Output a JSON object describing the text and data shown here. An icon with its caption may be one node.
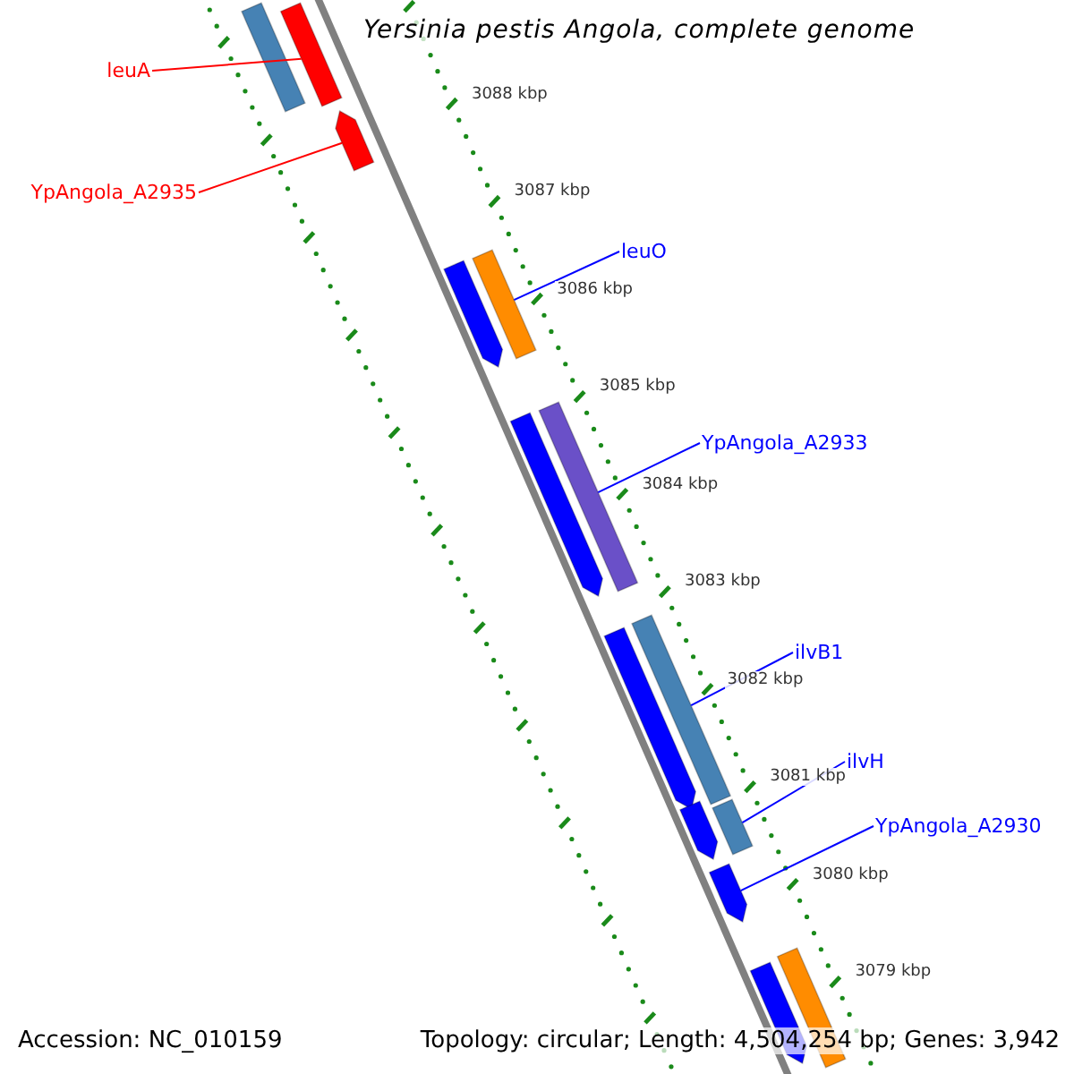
{
  "diagram": {
    "title": "Yersinia pestis Angola, complete genome",
    "nodes": [
      {
        "text": [
          "leuA"
        ]
      },
      {
        "text": [],
        "shape": "bar"
      },
      {
        "text": [
          "YpAngola_A2935"
        ]
      },
      {
        "text": [],
        "shape": "arrow"
      },
      {
        "text": [
          "leuO"
        ]
      },
      {
        "text": [],
        "shape": "bar"
      },
      {
        "text": [
          "YpAngola_A2933"
        ]
      },
      {
        "text": [],
        "shape": "bar"
      },
      {
        "text": [
          "ilvB1"
        ]
      },
      {
        "text": [],
        "shape": "bar"
      },
      {
        "text": [
          "ilvH"
        ]
      },
      {
        "text": [],
        "shape": "bar"
      },
      {
        "text": [
          "YpAngola_A2930"
        ]
      },
      {
        "text": [],
        "shape": "arrow"
      },
      {
        "text": [],
        "shape": "bar"
      },
      {
        "text": [],
        "shape": "arrow"
      },
      {
        "text": [],
        "shape": "arrow"
      },
      {
        "text": [],
        "shape": "arrow"
      },
      {
        "text": [],
        "shape": "arrow"
      },
      {
        "text": [],
        "shape": "arrow"
      },
      {
        "text": [],
        "shape": "bar"
      }
    ],
    "edges": [
      {
        "from": 0,
        "to": 1,
        "arrow": "none",
        "color": "#ff0000"
      },
      {
        "from": 2,
        "to": 3,
        "arrow": "none",
        "color": "#ff0000"
      },
      {
        "from": 4,
        "to": 5,
        "arrow": "none"
      },
      {
        "from": 6,
        "to": 7,
        "arrow": "none"
      },
      {
        "from": 8,
        "to": 9,
        "arrow": "none"
      },
      {
        "from": 10,
        "to": 11,
        "arrow": "none"
      },
      {
        "from": 12,
        "to": 13,
        "arrow": "none"
      }
    ],
    "labels": [
      "3088 kbp",
      "3087 kbp",
      "3086 kbp",
      "3085 kbp",
      "3084 kbp",
      "3083 kbp",
      "3082 kbp",
      "3081 kbp",
      "3080 kbp",
      "3079 kbp",
      "Accession: NC_010159",
      "Topology: circular; Length: 4,504,254 bp; Genes: 3,942"
    ]
  }
}
